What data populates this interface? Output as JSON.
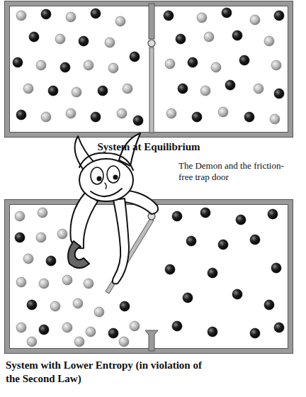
{
  "diagram": {
    "labels": [
      "System at Equilibrium",
      "The Demon and the friction-free trap door",
      "System with Lower Entropy (in violation of the Second Law)"
    ]
  }
}
